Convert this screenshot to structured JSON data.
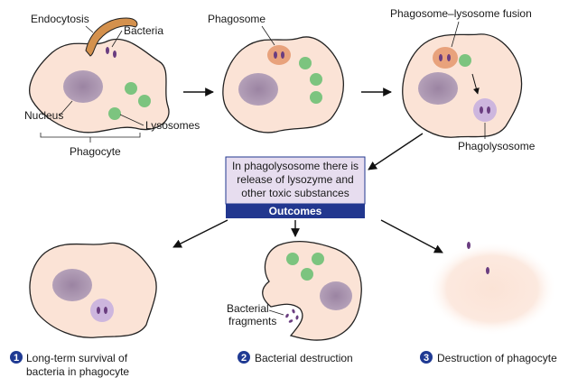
{
  "labels": {
    "endocytosis": "Endocytosis",
    "bacteria": "Bacteria",
    "nucleus": "Nucleus",
    "lysosomes": "Lysosomes",
    "phagocyte": "Phagocyte",
    "phagosome": "Phagosome",
    "fusion": "Phagosome–lysosome fusion",
    "phagolysosome": "Phagolysosome",
    "bacterial_fragments_1": "Bacterial",
    "bacterial_fragments_2": "fragments"
  },
  "center_box": {
    "line1": "In phagolysosome there is",
    "line2": "release of lysozyme and",
    "line3": "other toxic substances",
    "header": "Outcomes"
  },
  "outcomes": [
    {
      "number": "1",
      "line1": "Long-term survival of",
      "line2": "bacteria in phagocyte"
    },
    {
      "number": "2",
      "line1": "Bacterial destruction",
      "line2": ""
    },
    {
      "number": "3",
      "line1": "Destruction of phagocyte",
      "line2": ""
    }
  ],
  "colors": {
    "cell_fill": "#fbe3d6",
    "nucleus": "#a38ca8",
    "lysosome": "#7cc47f",
    "phagosome": "#e8a27c",
    "phagolysosome": "#cdb6de",
    "bacteria": "#6a3d80",
    "box_fill": "#e7ddef",
    "box_header": "#22378f",
    "badge": "#1f3a93",
    "membrane_fold": "#d4914d"
  }
}
